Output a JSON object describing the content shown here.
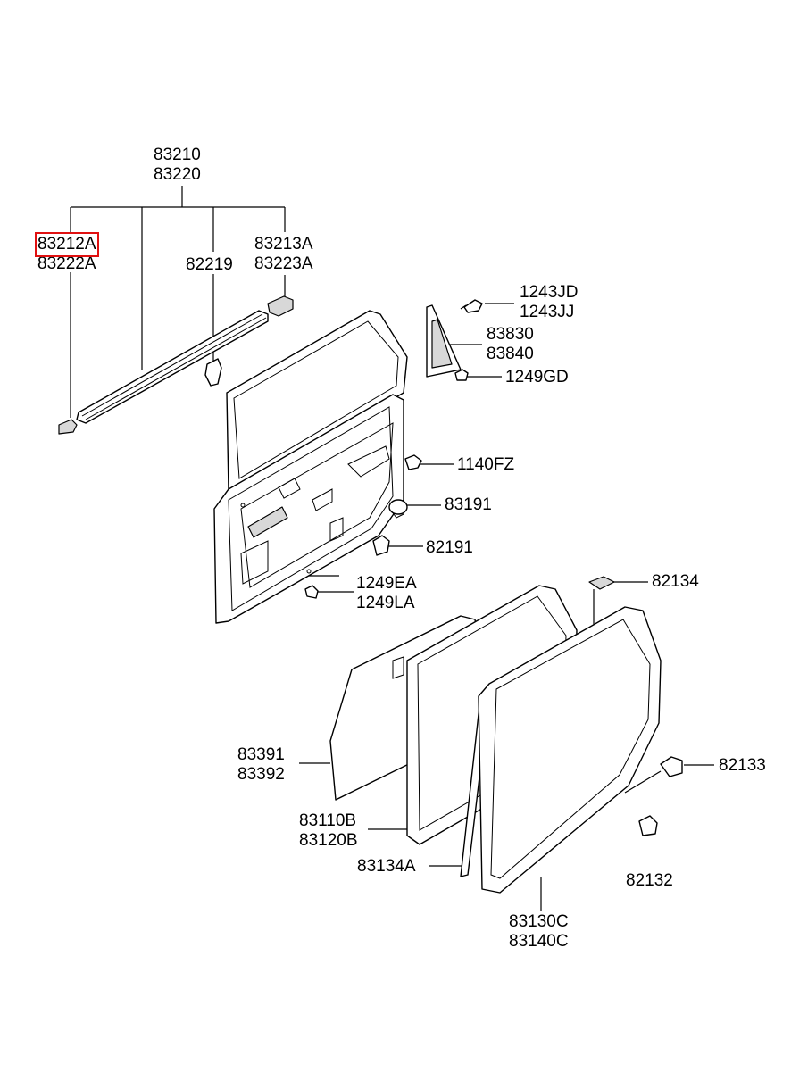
{
  "labels": {
    "l83210": [
      "83210",
      "83220"
    ],
    "l83212a": [
      "83212A",
      "83222A"
    ],
    "l82219": [
      "82219"
    ],
    "l83213a": [
      "83213A",
      "83223A"
    ],
    "l1243jd": [
      "1243JD",
      "1243JJ"
    ],
    "l83830": [
      "83830",
      "83840"
    ],
    "l1249gd": [
      "1249GD"
    ],
    "l1140fz": [
      "1140FZ"
    ],
    "l83191": [
      "83191"
    ],
    "l82191": [
      "82191"
    ],
    "l1249ea": [
      "1249EA",
      "1249LA"
    ],
    "l82134": [
      "82134"
    ],
    "l83391": [
      "83391",
      "83392"
    ],
    "l83110b": [
      "83110B",
      "83120B"
    ],
    "l83134a": [
      "83134A"
    ],
    "l82133": [
      "82133"
    ],
    "l82132": [
      "82132"
    ],
    "l83130c": [
      "83130C",
      "83140C"
    ]
  },
  "highlight": {
    "part": "83212A",
    "color": "#e01010"
  }
}
